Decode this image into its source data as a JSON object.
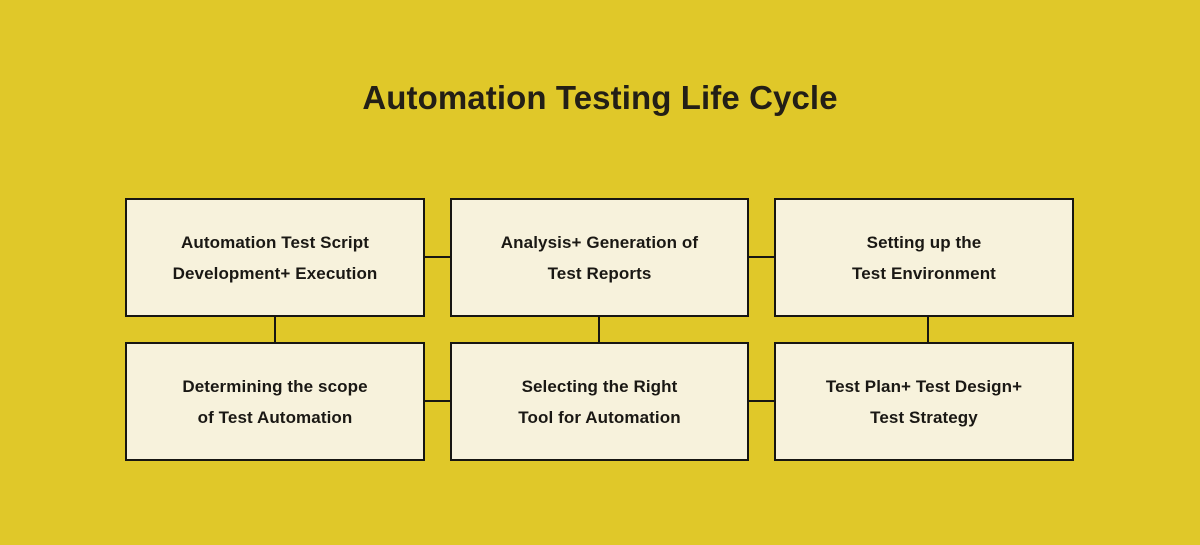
{
  "diagram": {
    "title": "Automation Testing Life Cycle",
    "background_color": "#e0c829",
    "node_fill_color": "#f7f2dc",
    "node_border_color": "#171612",
    "text_color": "#1a1814",
    "nodes": [
      {
        "id": "node-0",
        "line1": "Automation Test Script",
        "line2": "Development+ Execution",
        "row": 1,
        "column": 1
      },
      {
        "id": "node-1",
        "line1": "Analysis+ Generation of",
        "line2": "Test Reports",
        "row": 1,
        "column": 2
      },
      {
        "id": "node-2",
        "line1": "Setting up the",
        "line2": "Test Environment",
        "row": 1,
        "column": 3
      },
      {
        "id": "node-3",
        "line1": "Determining the scope",
        "line2": "of Test Automation",
        "row": 2,
        "column": 1
      },
      {
        "id": "node-4",
        "line1": "Selecting the Right",
        "line2": "Tool for Automation",
        "row": 2,
        "column": 2
      },
      {
        "id": "node-5",
        "line1": "Test Plan+ Test Design+",
        "line2": "Test Strategy",
        "row": 2,
        "column": 3
      }
    ],
    "connectors": [
      {
        "id": "conn-h-0",
        "orientation": "horizontal",
        "from": "node-0",
        "to": "node-1"
      },
      {
        "id": "conn-h-1",
        "orientation": "horizontal",
        "from": "node-1",
        "to": "node-2"
      },
      {
        "id": "conn-h-2",
        "orientation": "horizontal",
        "from": "node-3",
        "to": "node-4"
      },
      {
        "id": "conn-h-3",
        "orientation": "horizontal",
        "from": "node-4",
        "to": "node-5"
      },
      {
        "id": "conn-v-0",
        "orientation": "vertical",
        "from": "node-0",
        "to": "node-3"
      },
      {
        "id": "conn-v-1",
        "orientation": "vertical",
        "from": "node-1",
        "to": "node-4"
      },
      {
        "id": "conn-v-2",
        "orientation": "vertical",
        "from": "node-2",
        "to": "node-5"
      }
    ]
  }
}
